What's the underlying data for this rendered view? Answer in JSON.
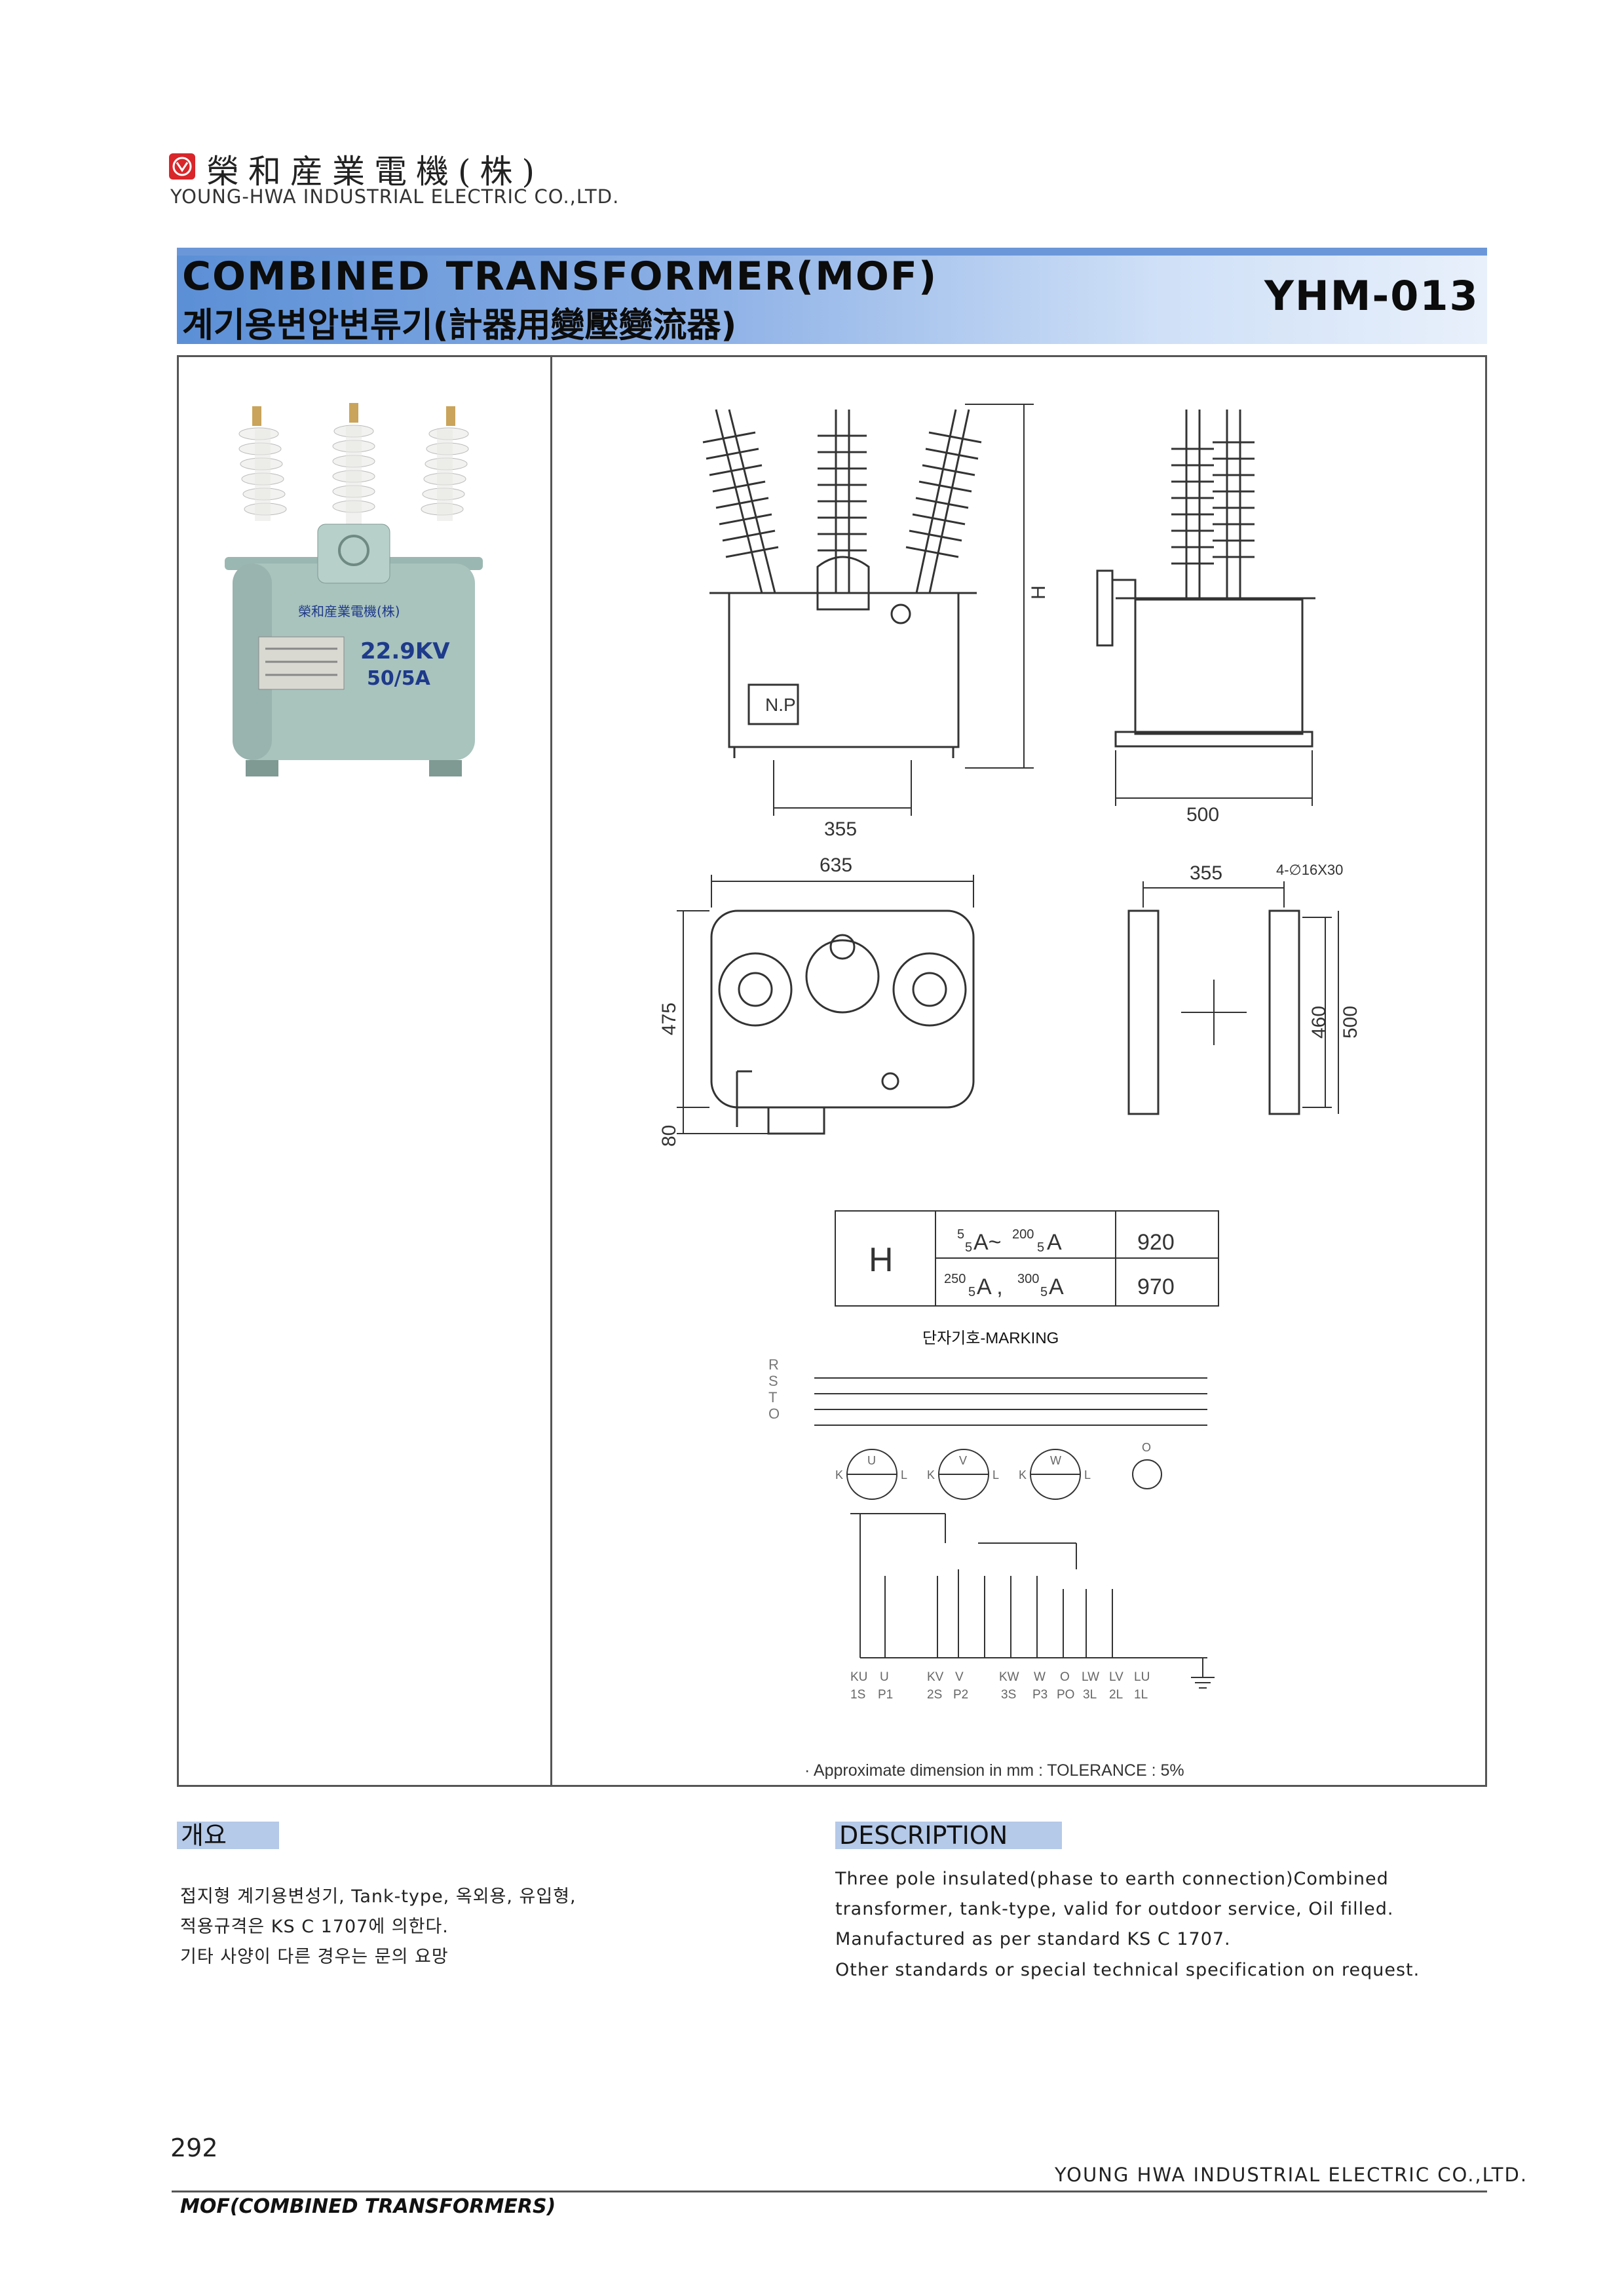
{
  "header": {
    "company_name_kr": "榮和産業電機(株)",
    "company_name_en": "YOUNG-HWA INDUSTRIAL ELECTRIC CO.,LTD."
  },
  "title": {
    "en": "COMBINED TRANSFORMER(MOF)",
    "kr": "계기용변압변류기(計器用變壓變流器)",
    "model_code": "YHM-013"
  },
  "product_photo": {
    "label_company": "榮和産業電機(株)",
    "voltage": "22.9KV",
    "ratio": "50/5A"
  },
  "drawings": {
    "front_labels": {
      "np": "N.P",
      "h": "H",
      "width_355": "355"
    },
    "side_labels": {
      "width_500": "500"
    },
    "plan_labels": {
      "width_635": "635",
      "depth_475": "475",
      "depth_80": "80"
    },
    "base_labels": {
      "width_355": "355",
      "holes": "4-∅16X30",
      "len_460": "460",
      "len_500": "500"
    }
  },
  "h_table": {
    "label": "H",
    "rows": [
      {
        "range_a_num": "5",
        "range_a_den": "5",
        "range_sep": "A~",
        "range_b_num": "200",
        "range_b_den": "5",
        "range_end": "A",
        "value": "920"
      },
      {
        "range_a_num": "250",
        "range_a_den": "5",
        "range_sep": "A ,  ",
        "range_b_num": "300",
        "range_b_den": "5",
        "range_end": "A",
        "value": "970"
      }
    ]
  },
  "marking": {
    "title": "단자기호-MARKING",
    "bus_labels": [
      "R",
      "S",
      "T",
      "O"
    ],
    "meter_labels": [
      "U",
      "V",
      "W",
      "O"
    ],
    "kl_labels": [
      "K",
      "L"
    ],
    "terminals_top": [
      "KU",
      "U",
      "KV",
      "V",
      "KW",
      "W",
      "O",
      "LW",
      "LV",
      "LU"
    ],
    "terminals_bottom": [
      "1S",
      "P1",
      "2S",
      "P2",
      "3S",
      "P3",
      "PO",
      "3L",
      "2L",
      "1L"
    ]
  },
  "tolerance": {
    "prefix": "· Approximate dimension in mm :",
    "value": "TOLERANCE : 5%"
  },
  "overview": {
    "heading": "개요",
    "lines": [
      "접지형 계기용변성기, Tank-type, 옥외용, 유입형,",
      "적용규격은 KS C 1707에 의한다.",
      "기타 사양이 다른 경우는 문의 요망"
    ]
  },
  "description": {
    "heading": "DESCRIPTION",
    "lines": [
      "Three pole insulated(phase to earth connection)Combined",
      "transformer, tank-type, valid for outdoor service, Oil filled.",
      "Manufactured as per standard KS C 1707.",
      "Other standards or special technical specification on request."
    ]
  },
  "footer": {
    "page_number": "292",
    "company": "YOUNG HWA INDUSTRIAL ELECTRIC CO.,LTD.",
    "category": "MOF(COMBINED TRANSFORMERS)"
  },
  "colors": {
    "logo_red": "#d8262a",
    "banner_blue": "#6b97d9",
    "section_head": "#b5c9e8",
    "tank_green": "#a9c3bd"
  }
}
